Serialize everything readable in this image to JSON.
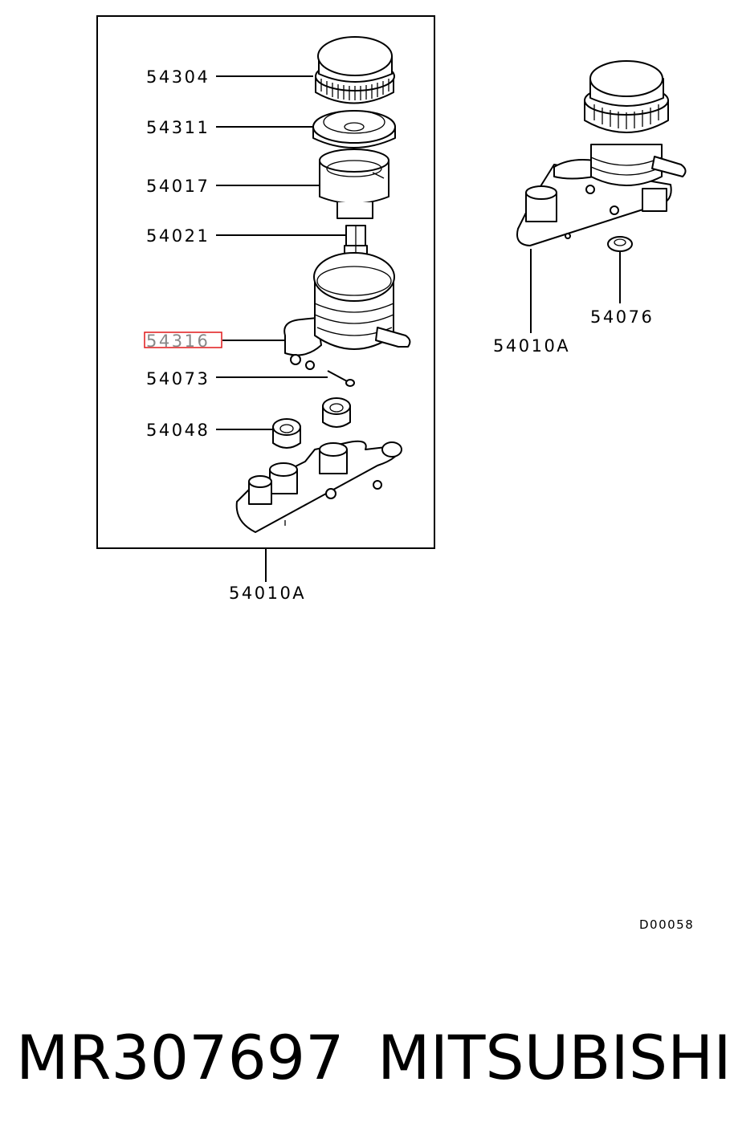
{
  "diagram": {
    "labels": {
      "p54304": "54304",
      "p54311": "54311",
      "p54017": "54017",
      "p54021": "54021",
      "p54316": "54316",
      "p54073": "54073",
      "p54048": "54048",
      "p54010a_left": "54010A",
      "p54010a_right": "54010A",
      "p54076": "54076"
    },
    "highlighted_part": "54316",
    "highlight_color": "#e0191a",
    "drawing_code": "D00058"
  },
  "footer": {
    "part_number": "MR307697",
    "brand": "MITSUBISHI"
  }
}
